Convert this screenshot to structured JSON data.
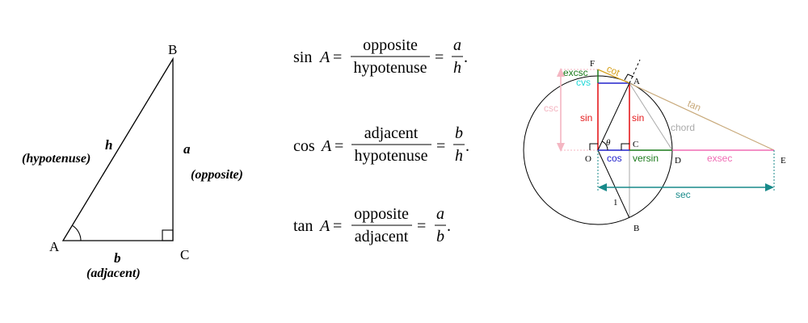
{
  "triangle": {
    "vertex_a": "A",
    "vertex_b": "B",
    "vertex_c": "C",
    "side_h": "h",
    "side_a": "a",
    "side_b": "b",
    "label_hypotenuse": "(hypotenuse)",
    "label_opposite": "(opposite)",
    "label_adjacent": "(adjacent)"
  },
  "formulas": {
    "sin": {
      "fn": "sin",
      "var": "A",
      "eq": "=",
      "num": "opposite",
      "den": "hypotenuse",
      "num2": "a",
      "den2": "h",
      "end": "."
    },
    "cos": {
      "fn": "cos",
      "var": "A",
      "eq": "=",
      "num": "adjacent",
      "den": "hypotenuse",
      "num2": "b",
      "den2": "h",
      "end": "."
    },
    "tan": {
      "fn": "tan",
      "var": "A",
      "eq": "=",
      "num": "opposite",
      "den": "adjacent",
      "num2": "a",
      "den2": "b",
      "end": "."
    }
  },
  "unit_circle": {
    "points": {
      "F": "F",
      "A": "A",
      "O": "O",
      "C": "C",
      "D": "D",
      "E": "E",
      "B": "B"
    },
    "theta": "θ",
    "radius": "1",
    "labels": {
      "cot": "cot",
      "excsc": "excsc",
      "cvs": "cvs",
      "csc": "csc",
      "sin_left": "sin",
      "sin_right": "sin",
      "chord": "chord",
      "tan": "tan",
      "cos": "cos",
      "versin": "versin",
      "exsec": "exsec",
      "sec": "sec"
    },
    "colors": {
      "sin": "#e41a1c",
      "cos": "#2222cc",
      "versin": "#1b7a1b",
      "excsc": "#1b7a1b",
      "cvs": "#1fd8d8",
      "csc": "#f4b6c2",
      "cot": "#d6a11e",
      "tan": "#c8a97a",
      "chord": "#aaaaaa",
      "exsec": "#f06bb4",
      "sec": "#188a8a"
    }
  }
}
